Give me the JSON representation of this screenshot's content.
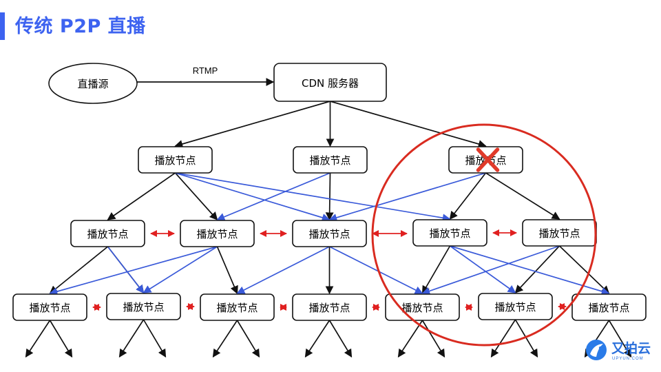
{
  "title": "传统 P2P 直播",
  "source": {
    "label": "直播源"
  },
  "cdn": {
    "label": "CDN 服务器"
  },
  "edge_label": "RTMP",
  "node_label": "播放节点",
  "levels": [
    {
      "name": "level-1",
      "count": 3,
      "failed_index": 2
    },
    {
      "name": "level-2",
      "count": 5
    },
    {
      "name": "level-3",
      "count": 7
    }
  ],
  "colors": {
    "title": "#3d63f0",
    "tree_edge": "#111111",
    "cross_edge": "#3a5ad9",
    "peer_edge": "#e02020",
    "failure_circle": "#d92b20",
    "failure_cross": "#e03a2a"
  },
  "logo": {
    "name": "又拍云",
    "sub": "UPYUN.COM",
    "icon": "upyun-logo-icon"
  }
}
